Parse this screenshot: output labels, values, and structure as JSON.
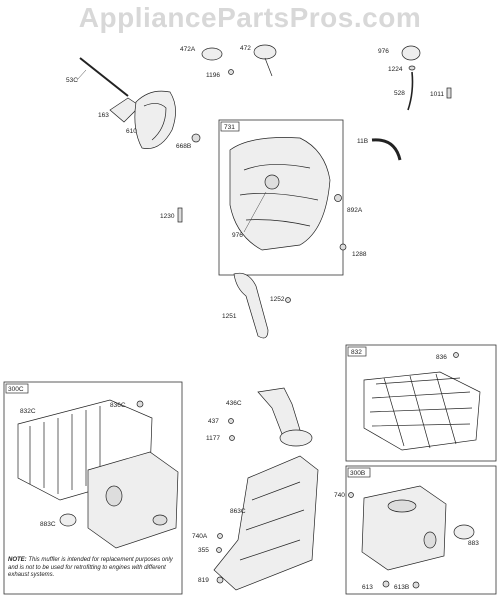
{
  "watermark": "AppliancePartsPros.com",
  "groups": {
    "g731": "731",
    "g832": "832",
    "g300C": "300C",
    "g300B": "300B"
  },
  "labels": {
    "l53C": "53C",
    "l163": "163",
    "l610": "610",
    "l668B": "668B",
    "l472A": "472A",
    "l472": "472",
    "l1196": "1196",
    "l976a": "976",
    "l1224": "1224",
    "l528": "528",
    "l1011": "1011",
    "l11B": "11B",
    "l892A": "892A",
    "l976b": "976",
    "l1230": "1230",
    "l1288": "1288",
    "l1252": "1252",
    "l1251": "1251",
    "l836": "836",
    "l832C": "832C",
    "l836C": "836C",
    "l883C": "883C",
    "l436C": "436C",
    "l437": "437",
    "l1177": "1177",
    "l863C": "863C",
    "l740A": "740A",
    "l355": "355",
    "l819": "819",
    "l740": "740",
    "l883": "883",
    "l613": "613",
    "l613B": "613B"
  },
  "note": {
    "prefix": "NOTE:",
    "text": "This muffler is intended for replacement purposes only and is not to be used for retrofitting to engines with different exhaust systems."
  }
}
